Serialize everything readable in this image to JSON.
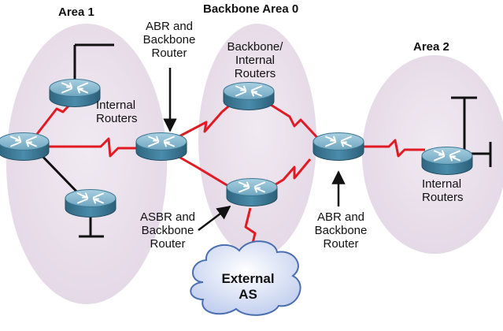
{
  "areas": {
    "area1": "Area 1",
    "backbone": "Backbone Area 0",
    "area2": "Area 2"
  },
  "labels": {
    "area1_internal": [
      "Internal",
      "Routers"
    ],
    "abr_backbone_top": [
      "ABR and",
      "Backbone",
      "Router"
    ],
    "backbone_internal": [
      "Backbone/",
      "Internal",
      "Routers"
    ],
    "asbr_backbone": [
      "ASBR and",
      "Backbone",
      "Router"
    ],
    "abr_backbone_bottom": [
      "ABR and",
      "Backbone",
      "Router"
    ],
    "area2_internal": [
      "Internal",
      "Routers"
    ]
  },
  "external_as": [
    "External",
    "AS"
  ],
  "colors": {
    "area_fill": "#e9e0ea",
    "serial_link": "#e01b24",
    "ethernet_link": "#111111",
    "router_body": "#3e7c98",
    "router_top": "#7fb4cc",
    "cloud_fill": "#d3dcf2",
    "cloud_stroke": "#4a6fb0"
  },
  "icons": [
    "router-icon",
    "cloud-icon",
    "arrow-icon"
  ]
}
